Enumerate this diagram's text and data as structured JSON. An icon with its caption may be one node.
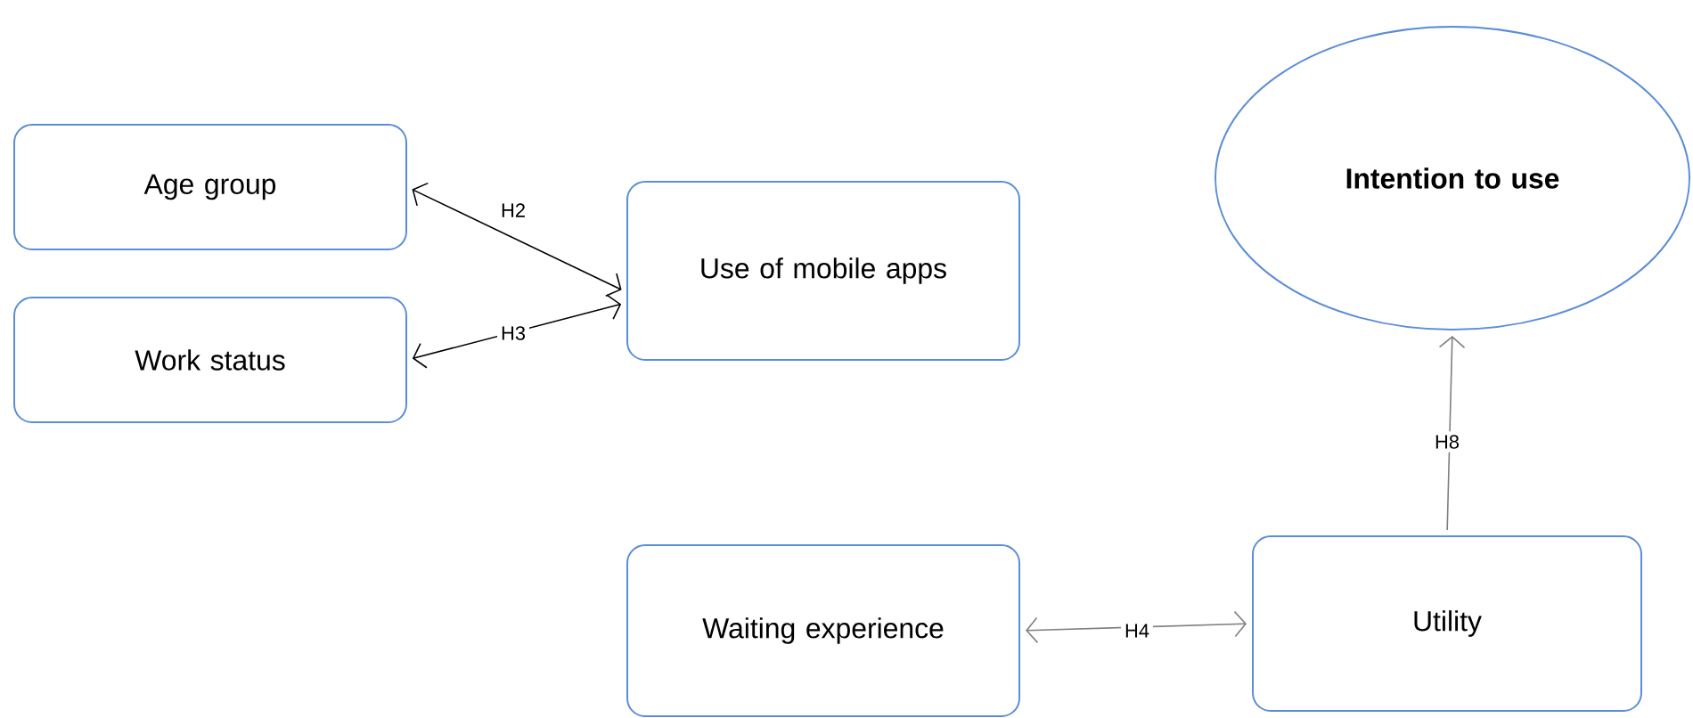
{
  "diagram": {
    "nodes": [
      {
        "text": [
          "Age group"
        ]
      },
      {
        "text": [
          "Work status"
        ]
      },
      {
        "text": [
          "Use of mobile apps"
        ]
      },
      {
        "text": [
          "Intention to use"
        ]
      },
      {
        "text": [
          "Waiting experience"
        ]
      },
      {
        "text": [
          "Utility"
        ]
      }
    ],
    "edges": [
      {
        "from": 0,
        "to": 2,
        "arrow": "both",
        "label": "H2"
      },
      {
        "from": 1,
        "to": 2,
        "arrow": "both",
        "label": "H3"
      },
      {
        "from": 4,
        "to": 5,
        "arrow": "both",
        "label": "H4",
        "color": "#7f7f7f"
      },
      {
        "from": 5,
        "to": 3,
        "arrow": "to",
        "label": "H8",
        "color": "#7f7f7f"
      }
    ]
  }
}
